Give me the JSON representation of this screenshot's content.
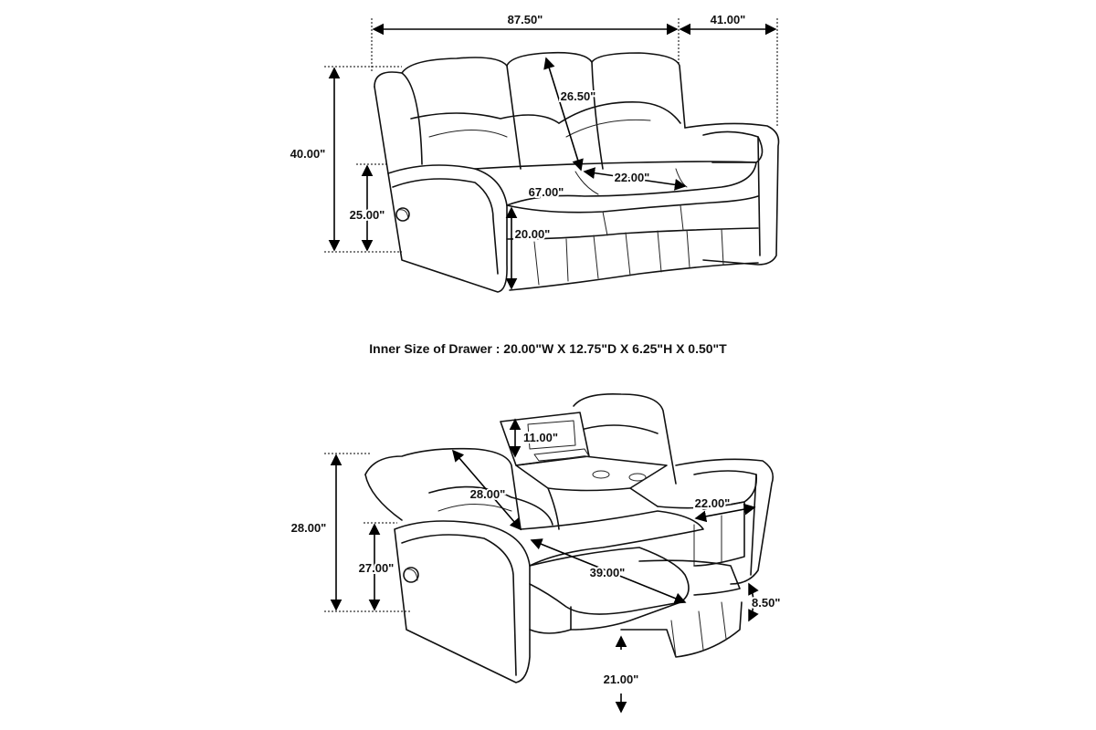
{
  "drawer_note": "Inner Size of Drawer : 20.00\"W X 12.75\"D X 6.25\"H X 0.50\"T",
  "top_view": {
    "width": "87.50\"",
    "depth": "41.00\"",
    "height": "40.00\"",
    "arm_height": "25.00\"",
    "back_height": "26.50\"",
    "seat_depth": "22.00\"",
    "seat_width": "67.00\"",
    "seat_height": "20.00\""
  },
  "bottom_view": {
    "console_height": "11.00\"",
    "back_height": "28.00\"",
    "seat_depth": "22.00\"",
    "height": "28.00\"",
    "arm_height": "27.00\"",
    "reclined_length": "39.00\"",
    "footrest_height": "8.50\"",
    "floor_clearance": "21.00\""
  }
}
